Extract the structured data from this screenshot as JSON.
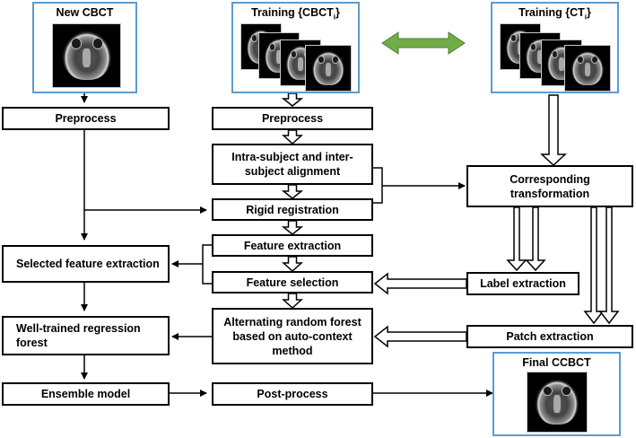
{
  "panels": {
    "new_cbct": {
      "title": "New CBCT"
    },
    "training_cbct": {
      "title": "Training {CBCT",
      "sub": "i",
      "close": "}"
    },
    "training_ct": {
      "title": "Training {CT",
      "sub": "i",
      "close": "}"
    },
    "final_ccbct": {
      "title": "Final CCBCT"
    }
  },
  "left": {
    "preprocess": "Preprocess",
    "selected_feature_extraction": "Selected feature extraction",
    "well_trained_forest": "Well-trained regression forest",
    "ensemble_model": "Ensemble model"
  },
  "center": {
    "preprocess": "Preprocess",
    "alignment": "Intra-subject and inter-subject alignment",
    "rigid_registration": "Rigid registration",
    "feature_extraction": "Feature extraction",
    "feature_selection": "Feature selection",
    "random_forest": "Alternating random forest based on auto-context method",
    "post_process": "Post-process"
  },
  "right": {
    "corresponding_transformation": "Corresponding transformation",
    "label_extraction": "Label extraction",
    "patch_extraction": "Patch extraction"
  },
  "colors": {
    "panel_border": "#5b9bd5",
    "double_arrow": "#70ad47",
    "double_arrow_outline": "#507e32",
    "line": "#000000"
  }
}
